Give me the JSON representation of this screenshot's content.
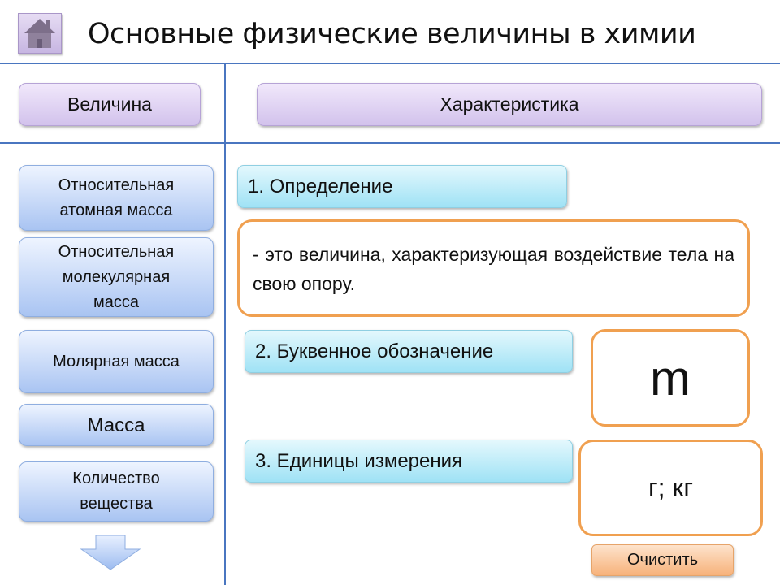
{
  "title": "Основные физические величины в химии",
  "header": {
    "quantity_label": "Величина",
    "characteristic_label": "Характеристика"
  },
  "sidebar": {
    "items": [
      {
        "label": "Относительная атомная масса"
      },
      {
        "label": "Относительная молекулярная масса"
      },
      {
        "label": "Молярная масса"
      },
      {
        "label": "Масса"
      },
      {
        "label": "Количество вещества"
      }
    ]
  },
  "main": {
    "definition_label": "1. Определение",
    "definition_text": "- это величина, характеризующая воздействие тела на свою опору.",
    "symbol_label": "2. Буквенное обозначение",
    "symbol_value": "m",
    "units_label": "3. Единицы измерения",
    "units_value": "г; кг",
    "clear_button": "Очистить"
  },
  "colors": {
    "divider": "#4a76c0",
    "orange_border": "#f0a050"
  }
}
